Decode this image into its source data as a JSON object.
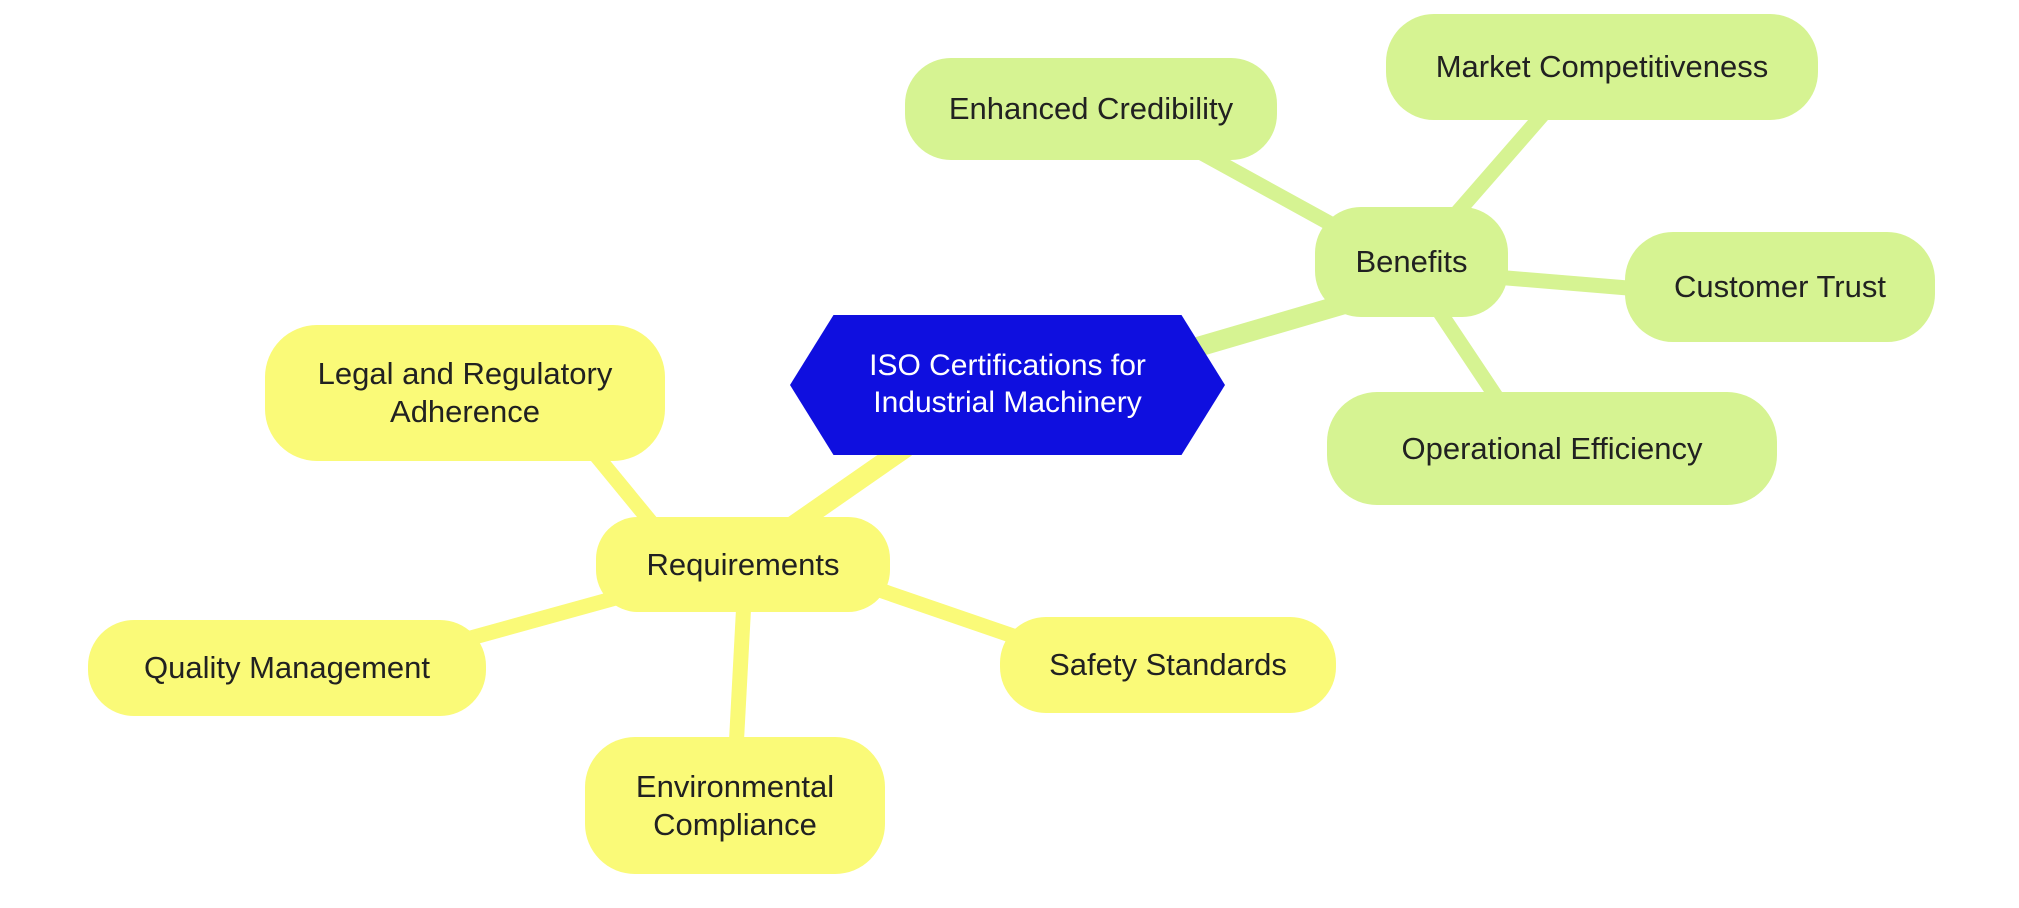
{
  "diagram": {
    "type": "mindmap",
    "root": {
      "label": "ISO Certifications for Industrial Machinery",
      "shape": "hexagon"
    },
    "branches": [
      {
        "label": "Benefits",
        "children": [
          "Enhanced Credibility",
          "Market Competitiveness",
          "Customer Trust",
          "Operational Efficiency"
        ]
      },
      {
        "label": "Requirements",
        "children": [
          "Legal and Regulatory Adherence",
          "Quality Management",
          "Environmental Compliance",
          "Safety Standards"
        ]
      }
    ]
  },
  "colors": {
    "background": "#ffffff",
    "root_fill": "#0f0fdf",
    "root_text": "#ffffff",
    "section_green": "#d6f392",
    "section_yellow": "#fafa78",
    "node_text": "#212121"
  }
}
